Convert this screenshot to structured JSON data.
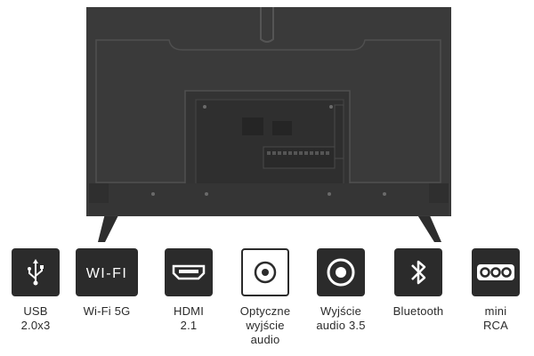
{
  "product_image": {
    "subject": "tv-back-panel",
    "colors": {
      "body": "#3a3a3a",
      "panel": "#333333",
      "outline": "#555555",
      "stand": "#2d2d2d"
    }
  },
  "features": [
    {
      "id": "usb",
      "label": "USB\n2.0x3",
      "icon": "usb-icon"
    },
    {
      "id": "wifi",
      "label": "Wi-Fi 5G",
      "icon": "wifi-icon",
      "icon_text": "WI-FI"
    },
    {
      "id": "hdmi",
      "label": "HDMI\n2.1",
      "icon": "hdmi-icon"
    },
    {
      "id": "optical",
      "label": "Optyczne\nwyjście\naudio",
      "icon": "optical-audio-icon"
    },
    {
      "id": "audio35",
      "label": "Wyjście\naudio 3.5",
      "icon": "audio-jack-icon"
    },
    {
      "id": "bluetooth",
      "label": "Bluetooth",
      "icon": "bluetooth-icon"
    },
    {
      "id": "minirca",
      "label": "mini\nRCA",
      "icon": "mini-rca-icon"
    }
  ],
  "theme": {
    "icon_dark": "#2b2b2b",
    "text": "#2b2b2b",
    "background": "#ffffff"
  }
}
